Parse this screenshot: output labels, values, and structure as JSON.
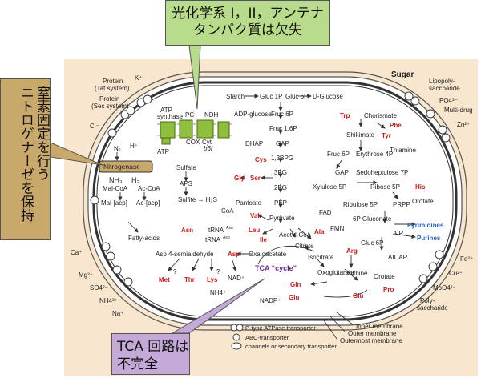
{
  "callouts": {
    "top": [
      "光化学系 I，II，アンテナ",
      "タンパク質は欠失"
    ],
    "left": [
      "窒素固定を行う",
      "ニトロゲナーゼを保持"
    ],
    "bottom": [
      "TCA 回路は",
      "不完全"
    ]
  },
  "labels": {
    "sugar": "Sugar",
    "lps": [
      "Lipopoly-",
      "saccharide"
    ],
    "po4": "PO4³⁻",
    "multidrug": "Multi-drug",
    "zn": "Zn²⁺",
    "k": "K⁺",
    "protein_tat": [
      "Protein",
      "(Tat system)"
    ],
    "protein_sec": [
      "Protein",
      "(Sec system)"
    ],
    "cl": "Cl⁻",
    "ca": "Ca⁺",
    "mg": "Mg²⁺",
    "so4": "SO4²⁻",
    "nh4_out": "NH4³⁺",
    "na": "Na⁺",
    "fe": "Fe²⁺",
    "cu": "Cu²⁺",
    "moo4": "MoO4²⁻",
    "polysac": [
      "Poly-",
      "saccharide"
    ],
    "atp_synthase": [
      "ATP",
      "synthase"
    ],
    "pc": "PC",
    "ndh": "NDH",
    "cox": "COX",
    "cyt": "Cyt",
    "b6f": "b6f",
    "atp": "ATP",
    "n2": "N₂",
    "h": "H⁺",
    "nitrogenase": "Nitrogenase",
    "nh3": "NH₃",
    "h2": "H₂",
    "sulfate": "Sulfate",
    "aps": "APS",
    "sulfite": "Sulfite → H₂S",
    "starch": "Starch",
    "gluc1p": "Gluc 1P",
    "gluc6p": "Gluc 6P",
    "dglucose": "D-Glucose",
    "adpglucose": "ADP-glucose",
    "fruc6p": "Fruc 6P",
    "fruc16p": "Fruc 1,6P",
    "dhap": "DHAP",
    "gap": "GAP",
    "bpg": "1,3BPG",
    "pg3": "3PG",
    "pg2": "2PG",
    "pep": "PEP",
    "pyruvate": "Pyruvate",
    "acetylcoa": "Acetyl-CoA",
    "citrate": "Citrate",
    "isocitrate": "Isocitrate",
    "oxoglutarate": "Oxoglutarate",
    "oxaloacetate": "Oxaloacetate",
    "tca": "TCA “cycle”",
    "cys": "Cys",
    "gly": "Gly",
    "ser": "Ser",
    "pantoate": "Pantoate",
    "coa": "CoA",
    "val": "Val",
    "leu": "Leu",
    "ile": "Ile",
    "ala": "Ala",
    "trna_asn": "tRNA",
    "asn_sup": "Asn",
    "trna_asp": "tRNA",
    "asp_sup": "Asp",
    "asn": "Asn",
    "asp": "Asp",
    "asp_semi": "Asp 4-semialdehyde",
    "met": "Met",
    "thr": "Thr",
    "lys": "Lys",
    "nad": "NAD⁺",
    "nh4_in": "NH4⁺",
    "malcoa": "Mal-CoA",
    "accoa": "Ac-CoA",
    "malacp": "Mal-[acp]",
    "acacp": "Ac-[acp]",
    "fatty": "Fatty-acids",
    "trp": "Trp",
    "chorismate": "Chorismate",
    "phe": "Phe",
    "tyr": "Tyr",
    "shikimate": "Shikimate",
    "thiamine": "Thiamine",
    "fruc6p_r": "Fruc 6P",
    "erythrose": "Erythrose 4P",
    "gap_r": "GAP",
    "sedo": "Sedoheptulose 7P",
    "xylulose": "Xylulose 5P",
    "ribose5p": "Ribose 5P",
    "his": "His",
    "fad": "FAD",
    "ribulose": "Ribulose 5P",
    "prpp": "PRPP",
    "orotate_r": "Orotate",
    "fmn": "FMN",
    "gluconate": "6P Gluconate",
    "pyrimidines": "Pyrimidines",
    "purines": "Purines",
    "gluc6p_r": "Gluc 6P",
    "air": "AIR",
    "aicar": "AICAR",
    "arg": "Arg",
    "ornithine": "Ornithine",
    "orotate_b": "Orotate",
    "pro": "Pro",
    "gln": "Gln",
    "glu": "Glu",
    "glu2": "Glu",
    "nadp": "NADP⁺",
    "inner": "Inner membrane",
    "outer": "Outer membrane",
    "outermost": "Outermost membrane",
    "q1": "?",
    "q2": "?"
  },
  "legend": [
    "P-type ATPase transporter",
    "ABC-transporter",
    "channels or secondary transporter"
  ],
  "colors": {
    "background": "#f8e6cf",
    "amino_acid": "#d01818",
    "nucleotide": "#2a64b8",
    "tca": "#6a2a9a",
    "thylakoid": "#8fbf3c",
    "callout_top": "#b9dc8c",
    "callout_left": "#c9a86b",
    "callout_bottom": "#c4a9d9"
  }
}
